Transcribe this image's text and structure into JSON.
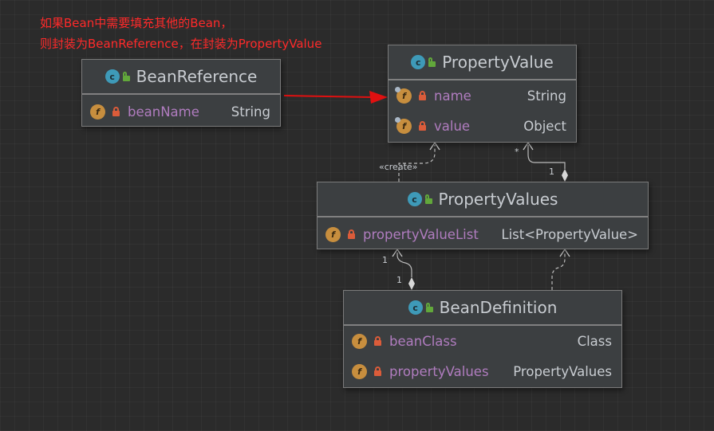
{
  "note": {
    "line1": "如果Bean中需要填充其他的Bean，",
    "line2": "则封装为BeanReference，在封装为PropertyValue",
    "color": "#ff2a2a"
  },
  "icons": {
    "class": "class-icon",
    "field": "field-icon",
    "public": "lock-open-icon",
    "private": "lock-icon",
    "class_glyph": "c",
    "field_glyph": "f"
  },
  "classes": {
    "bean_reference": {
      "name": "BeanReference",
      "fields": [
        {
          "name": "beanName",
          "type": "String"
        }
      ]
    },
    "property_value": {
      "name": "PropertyValue",
      "fields": [
        {
          "name": "name",
          "type": "String"
        },
        {
          "name": "value",
          "type": "Object"
        }
      ]
    },
    "property_values": {
      "name": "PropertyValues",
      "fields": [
        {
          "name": "propertyValueList",
          "type": "List<PropertyValue>"
        }
      ]
    },
    "bean_definition": {
      "name": "BeanDefinition",
      "fields": [
        {
          "name": "beanClass",
          "type": "Class"
        },
        {
          "name": "propertyValues",
          "type": "PropertyValues"
        }
      ]
    }
  },
  "relations": {
    "create_label": "«create»",
    "pvs_to_pv_source": "1",
    "pvs_to_pv_target": "*",
    "bd_to_pvs_source": "1",
    "bd_to_pvs_target": "1"
  },
  "colors": {
    "background": "#2b2b2b",
    "class_fill": "#3c3f41",
    "class_icon": "#3e9ab8",
    "field_icon": "#c78e3e",
    "private_lock": "#db5c3a",
    "public_lock": "#62a83b",
    "field_name": "#b07cbf",
    "text": "#c8ccd1",
    "arrow": "#e01010"
  }
}
